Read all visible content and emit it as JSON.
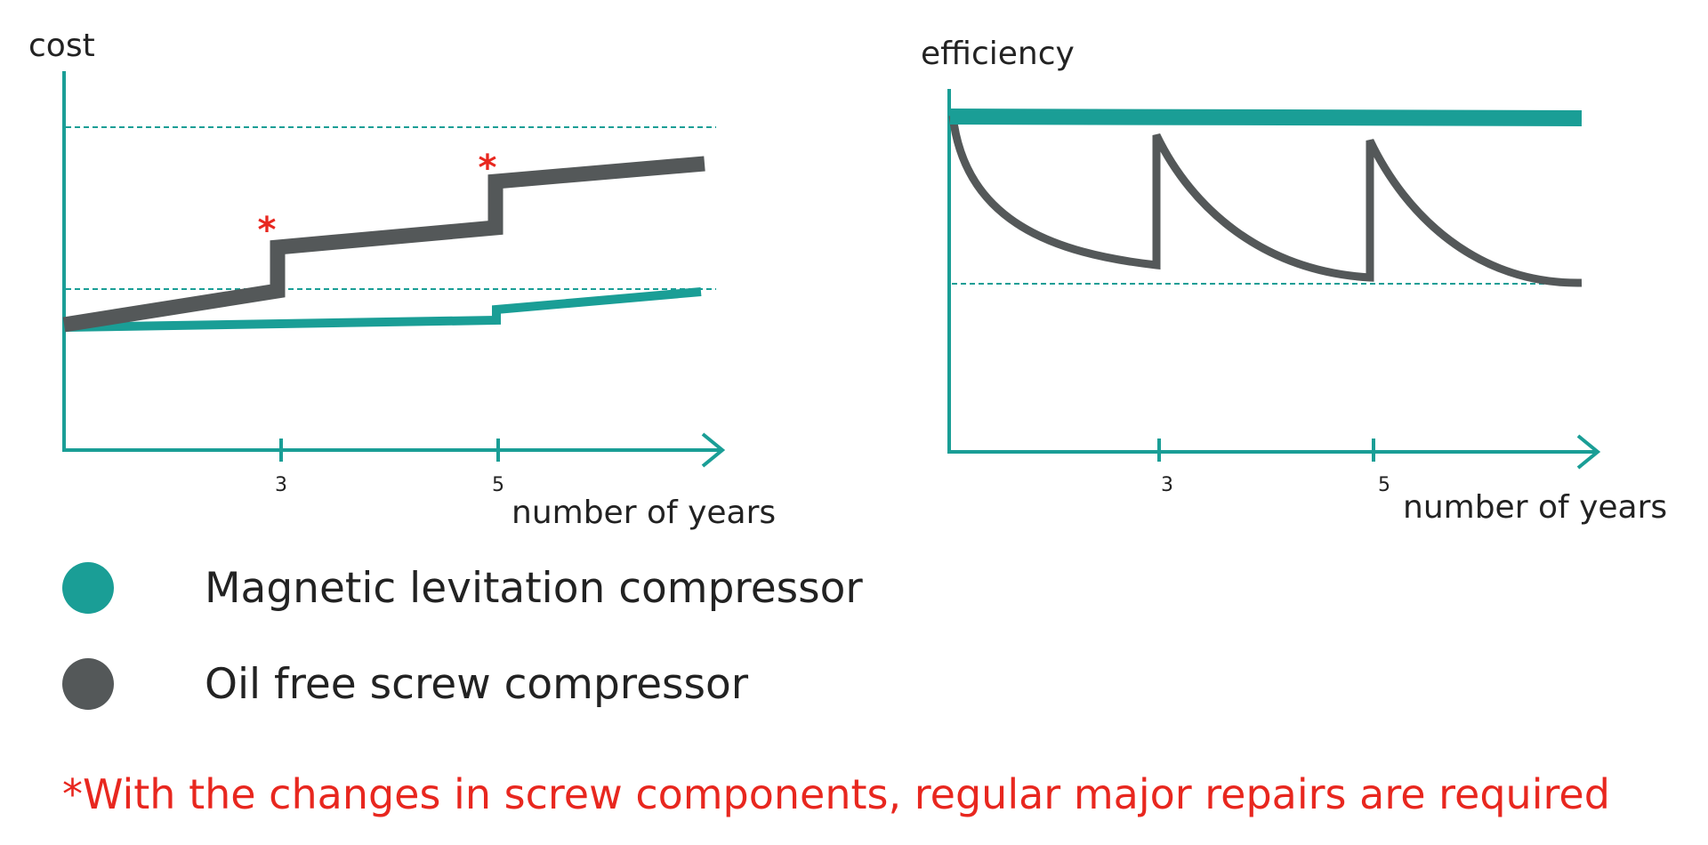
{
  "colors": {
    "accent": "#1a9e96",
    "gray": "#545859",
    "red": "#e8271f"
  },
  "chart_data": [
    {
      "type": "line",
      "ylabel": "cost",
      "xlabel": "number of years",
      "xticks": [
        "3",
        "5"
      ],
      "annotations": [
        {
          "label": "*",
          "x": 3
        },
        {
          "label": "*",
          "x": 5
        }
      ],
      "series": [
        {
          "name": "Magnetic levitation compressor",
          "color": "#1a9e96"
        },
        {
          "name": "Oil free screw compressor",
          "color": "#545859"
        }
      ]
    },
    {
      "type": "line",
      "ylabel": "efficiency",
      "xlabel": "number of years",
      "xticks": [
        "3",
        "5"
      ],
      "series": [
        {
          "name": "Magnetic levitation compressor",
          "color": "#1a9e96"
        },
        {
          "name": "Oil free screw compressor",
          "color": "#545859"
        }
      ]
    }
  ],
  "legend": {
    "items": [
      {
        "label": "Magnetic levitation compressor",
        "color": "#1a9e96"
      },
      {
        "label": "Oil free screw compressor",
        "color": "#545859"
      }
    ]
  },
  "footnote": "*With the changes in screw components, regular major repairs are required"
}
